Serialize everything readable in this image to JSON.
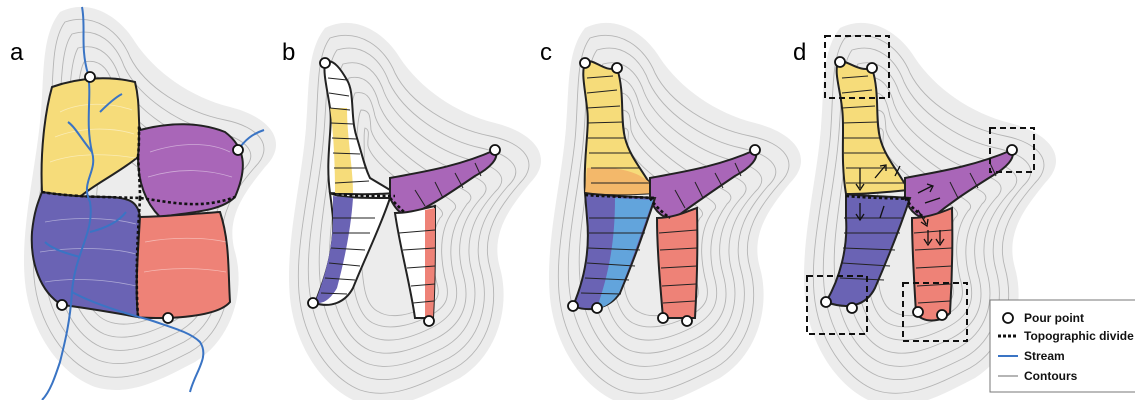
{
  "panels": [
    {
      "letter": "a"
    },
    {
      "letter": "b"
    },
    {
      "letter": "c"
    },
    {
      "letter": "d"
    }
  ],
  "legend": {
    "items": [
      {
        "label": "Pour point",
        "symbol": "circle-icon"
      },
      {
        "label": "Topographic divide",
        "symbol": "dotted-line-icon"
      },
      {
        "label": "Stream",
        "symbol": "line-icon",
        "color": "#3a74c4"
      },
      {
        "label": "Contours",
        "symbol": "line-icon",
        "color": "#b5b5b5"
      }
    ]
  },
  "colors": {
    "yellow": "#f6dc7a",
    "purple": "#a966b8",
    "blue": "#6a63b4",
    "red": "#ee8277",
    "orange": "#f3b86a",
    "light_blue": "#62a4dc",
    "stream": "#3a74c4",
    "contour": "#b5b5b5",
    "terrain": "#ececec"
  }
}
